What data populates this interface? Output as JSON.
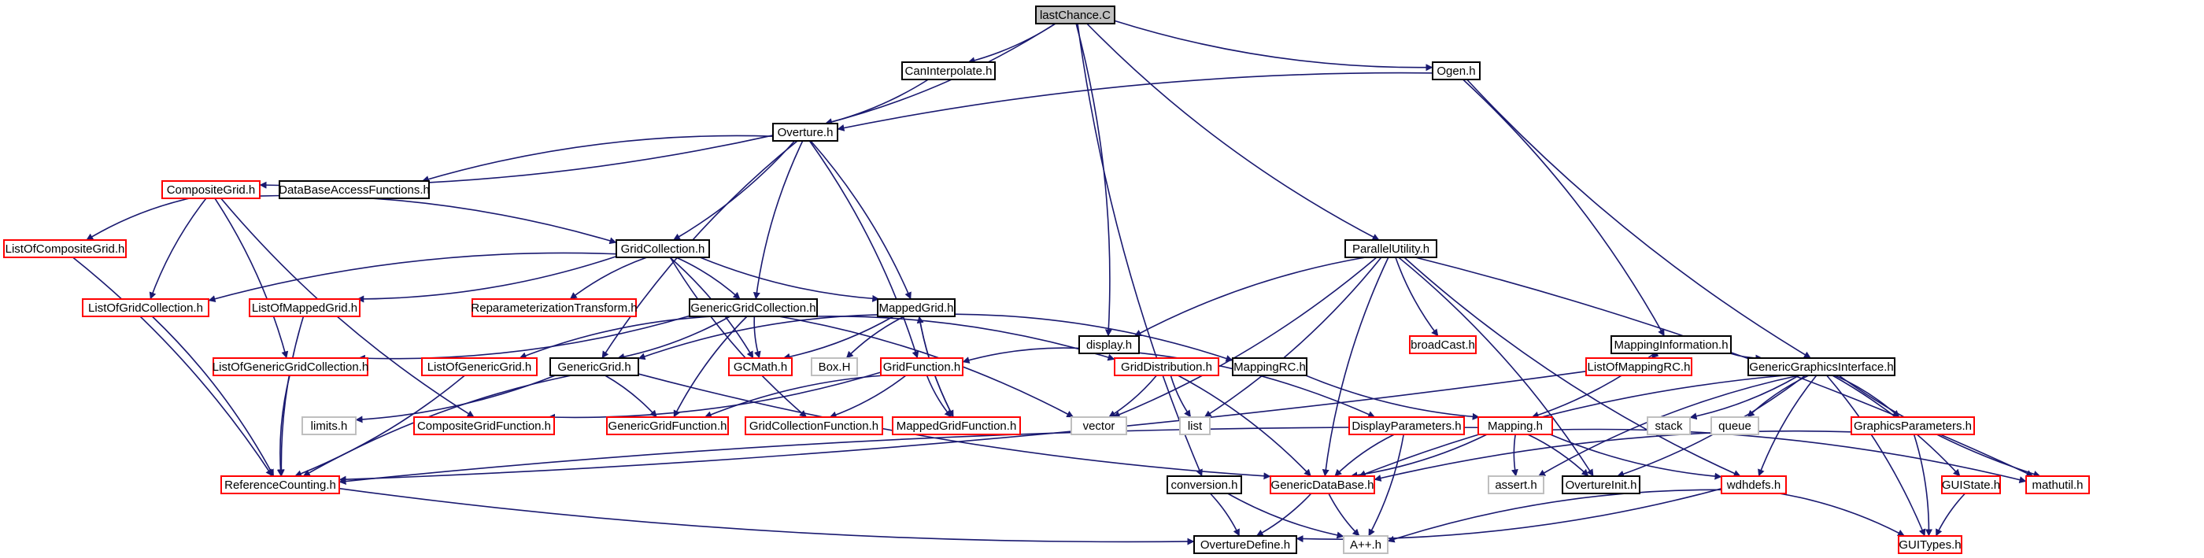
{
  "colors": {
    "edge": "#191970",
    "border_default": "#000000",
    "border_highlight": "#ff0000",
    "border_light": "#bfbfbf",
    "root_fill": "#bfbfbf",
    "node_fill": "#ffffff"
  },
  "nodes": [
    {
      "id": "lastChance",
      "label": "lastChance.C",
      "style": "root"
    },
    {
      "id": "CanInterpolate",
      "label": "CanInterpolate.h",
      "style": "default"
    },
    {
      "id": "Ogen",
      "label": "Ogen.h",
      "style": "default"
    },
    {
      "id": "Overture",
      "label": "Overture.h",
      "style": "default"
    },
    {
      "id": "CompositeGrid",
      "label": "CompositeGrid.h",
      "style": "highlight"
    },
    {
      "id": "DataBaseAccessFunctions",
      "label": "DataBaseAccessFunctions.h",
      "style": "default"
    },
    {
      "id": "ListOfCompositeGrid",
      "label": "ListOfCompositeGrid.h",
      "style": "highlight"
    },
    {
      "id": "GridCollection",
      "label": "GridCollection.h",
      "style": "default"
    },
    {
      "id": "ParallelUtility",
      "label": "ParallelUtility.h",
      "style": "default"
    },
    {
      "id": "ListOfGridCollection",
      "label": "ListOfGridCollection.h",
      "style": "highlight"
    },
    {
      "id": "ListOfMappedGrid",
      "label": "ListOfMappedGrid.h",
      "style": "highlight"
    },
    {
      "id": "ReparameterizationTransform",
      "label": "ReparameterizationTransform.h",
      "style": "highlight"
    },
    {
      "id": "GenericGridCollection",
      "label": "GenericGridCollection.h",
      "style": "default"
    },
    {
      "id": "MappedGrid",
      "label": "MappedGrid.h",
      "style": "default"
    },
    {
      "id": "display",
      "label": "display.h",
      "style": "default"
    },
    {
      "id": "broadCast",
      "label": "broadCast.h",
      "style": "highlight"
    },
    {
      "id": "MappingInformation",
      "label": "MappingInformation.h",
      "style": "default"
    },
    {
      "id": "ListOfGenericGridCollection",
      "label": "ListOfGenericGridCollection.h",
      "style": "highlight"
    },
    {
      "id": "ListOfGenericGrid",
      "label": "ListOfGenericGrid.h",
      "style": "highlight"
    },
    {
      "id": "GenericGrid",
      "label": "GenericGrid.h",
      "style": "default"
    },
    {
      "id": "GCMath",
      "label": "GCMath.h",
      "style": "highlight"
    },
    {
      "id": "BoxH",
      "label": "Box.H",
      "style": "light"
    },
    {
      "id": "GridFunction",
      "label": "GridFunction.h",
      "style": "highlight"
    },
    {
      "id": "GridDistribution",
      "label": "GridDistribution.h",
      "style": "highlight"
    },
    {
      "id": "MappingRC",
      "label": "MappingRC.h",
      "style": "default"
    },
    {
      "id": "ListOfMappingRC",
      "label": "ListOfMappingRC.h",
      "style": "highlight"
    },
    {
      "id": "GenericGraphicsInterface",
      "label": "GenericGraphicsInterface.h",
      "style": "default"
    },
    {
      "id": "limits",
      "label": "limits.h",
      "style": "light"
    },
    {
      "id": "CompositeGridFunction",
      "label": "CompositeGridFunction.h",
      "style": "highlight"
    },
    {
      "id": "GenericGridFunction",
      "label": "GenericGridFunction.h",
      "style": "highlight"
    },
    {
      "id": "GridCollectionFunction",
      "label": "GridCollectionFunction.h",
      "style": "highlight"
    },
    {
      "id": "MappedGridFunction",
      "label": "MappedGridFunction.h",
      "style": "highlight"
    },
    {
      "id": "vector",
      "label": "vector",
      "style": "light"
    },
    {
      "id": "list",
      "label": "list",
      "style": "light"
    },
    {
      "id": "DisplayParameters",
      "label": "DisplayParameters.h",
      "style": "highlight"
    },
    {
      "id": "Mapping",
      "label": "Mapping.h",
      "style": "highlight"
    },
    {
      "id": "stack",
      "label": "stack",
      "style": "light"
    },
    {
      "id": "queue",
      "label": "queue",
      "style": "light"
    },
    {
      "id": "GraphicsParameters",
      "label": "GraphicsParameters.h",
      "style": "highlight"
    },
    {
      "id": "ReferenceCounting",
      "label": "ReferenceCounting.h",
      "style": "highlight"
    },
    {
      "id": "conversion",
      "label": "conversion.h",
      "style": "default"
    },
    {
      "id": "GenericDataBase",
      "label": "GenericDataBase.h",
      "style": "highlight"
    },
    {
      "id": "assert",
      "label": "assert.h",
      "style": "light"
    },
    {
      "id": "OvertureInit",
      "label": "OvertureInit.h",
      "style": "default"
    },
    {
      "id": "wdhdefs",
      "label": "wdhdefs.h",
      "style": "highlight"
    },
    {
      "id": "GUIState",
      "label": "GUIState.h",
      "style": "highlight"
    },
    {
      "id": "mathutil",
      "label": "mathutil.h",
      "style": "highlight"
    },
    {
      "id": "OvertureDefine",
      "label": "OvertureDefine.h",
      "style": "default"
    },
    {
      "id": "App",
      "label": "A++.h",
      "style": "light"
    },
    {
      "id": "GUITypes",
      "label": "GUITypes.h",
      "style": "highlight"
    }
  ],
  "edges": [
    [
      "lastChance",
      "CanInterpolate"
    ],
    [
      "lastChance",
      "Ogen"
    ],
    [
      "lastChance",
      "Overture"
    ],
    [
      "lastChance",
      "ParallelUtility"
    ],
    [
      "lastChance",
      "display"
    ],
    [
      "lastChance",
      "conversion"
    ],
    [
      "CanInterpolate",
      "Overture"
    ],
    [
      "Ogen",
      "Overture"
    ],
    [
      "Ogen",
      "MappingInformation"
    ],
    [
      "Ogen",
      "GenericGraphicsInterface"
    ],
    [
      "Overture",
      "CompositeGrid"
    ],
    [
      "Overture",
      "DataBaseAccessFunctions"
    ],
    [
      "Overture",
      "GridCollection"
    ],
    [
      "Overture",
      "GenericGridCollection"
    ],
    [
      "Overture",
      "MappedGrid"
    ],
    [
      "Overture",
      "GenericGrid"
    ],
    [
      "Overture",
      "GridFunction"
    ],
    [
      "CompositeGrid",
      "ListOfCompositeGrid"
    ],
    [
      "CompositeGrid",
      "GridCollection"
    ],
    [
      "CompositeGrid",
      "ListOfGridCollection"
    ],
    [
      "CompositeGrid",
      "ListOfGenericGridCollection"
    ],
    [
      "CompositeGrid",
      "CompositeGridFunction"
    ],
    [
      "ListOfCompositeGrid",
      "ReferenceCounting"
    ],
    [
      "GridCollection",
      "ListOfGridCollection"
    ],
    [
      "GridCollection",
      "ListOfMappedGrid"
    ],
    [
      "GridCollection",
      "ReparameterizationTransform"
    ],
    [
      "GridCollection",
      "GenericGridCollection"
    ],
    [
      "GridCollection",
      "MappedGrid"
    ],
    [
      "GridCollection",
      "GCMath"
    ],
    [
      "GridCollection",
      "GridCollectionFunction"
    ],
    [
      "ListOfGridCollection",
      "ReferenceCounting"
    ],
    [
      "ListOfMappedGrid",
      "ReferenceCounting"
    ],
    [
      "GenericGridCollection",
      "ListOfGenericGridCollection"
    ],
    [
      "GenericGridCollection",
      "ListOfGenericGrid"
    ],
    [
      "GenericGridCollection",
      "GenericGrid"
    ],
    [
      "GenericGridCollection",
      "GCMath"
    ],
    [
      "GenericGridCollection",
      "GridDistribution"
    ],
    [
      "GenericGridCollection",
      "GenericGridFunction"
    ],
    [
      "GenericGridCollection",
      "vector"
    ],
    [
      "ListOfGenericGridCollection",
      "ReferenceCounting"
    ],
    [
      "ListOfGenericGrid",
      "ReferenceCounting"
    ],
    [
      "MappedGrid",
      "GenericGrid"
    ],
    [
      "MappedGrid",
      "GCMath"
    ],
    [
      "MappedGrid",
      "BoxH"
    ],
    [
      "MappedGrid",
      "MappingRC"
    ],
    [
      "MappedGrid",
      "MappedGridFunction"
    ],
    [
      "GenericGrid",
      "limits"
    ],
    [
      "GenericGrid",
      "ReferenceCounting"
    ],
    [
      "GenericGrid",
      "GenericGridFunction"
    ],
    [
      "GenericGrid",
      "GenericDataBase"
    ],
    [
      "GridFunction",
      "CompositeGridFunction"
    ],
    [
      "GridFunction",
      "GenericGridFunction"
    ],
    [
      "GridFunction",
      "GridCollectionFunction"
    ],
    [
      "GridFunction",
      "MappedGridFunction"
    ],
    [
      "MappedGridFunction",
      "MappedGrid"
    ],
    [
      "ParallelUtility",
      "display"
    ],
    [
      "ParallelUtility",
      "vector"
    ],
    [
      "ParallelUtility",
      "broadCast"
    ],
    [
      "ParallelUtility",
      "list"
    ],
    [
      "ParallelUtility",
      "GenericDataBase"
    ],
    [
      "ParallelUtility",
      "OvertureInit"
    ],
    [
      "ParallelUtility",
      "wdhdefs"
    ],
    [
      "ParallelUtility",
      "mathutil"
    ],
    [
      "display",
      "GridFunction"
    ],
    [
      "display",
      "DisplayParameters"
    ],
    [
      "MappingInformation",
      "ListOfMappingRC"
    ],
    [
      "MappingInformation",
      "Mapping"
    ],
    [
      "MappingInformation",
      "GenericGraphicsInterface"
    ],
    [
      "ListOfMappingRC",
      "ReferenceCounting"
    ],
    [
      "MappingRC",
      "Mapping"
    ],
    [
      "GridDistribution",
      "vector"
    ],
    [
      "GridDistribution",
      "list"
    ],
    [
      "GridDistribution",
      "GenericDataBase"
    ],
    [
      "GenericGraphicsInterface",
      "GenericDataBase"
    ],
    [
      "GenericGraphicsInterface",
      "stack"
    ],
    [
      "GenericGraphicsInterface",
      "queue"
    ],
    [
      "GenericGraphicsInterface",
      "GraphicsParameters"
    ],
    [
      "GenericGraphicsInterface",
      "assert"
    ],
    [
      "GenericGraphicsInterface",
      "OvertureInit"
    ],
    [
      "GenericGraphicsInterface",
      "wdhdefs"
    ],
    [
      "GenericGraphicsInterface",
      "GUIState"
    ],
    [
      "GenericGraphicsInterface",
      "mathutil"
    ],
    [
      "GenericGraphicsInterface",
      "GUITypes"
    ],
    [
      "DisplayParameters",
      "GenericDataBase"
    ],
    [
      "DisplayParameters",
      "App"
    ],
    [
      "Mapping",
      "ReferenceCounting"
    ],
    [
      "Mapping",
      "GenericDataBase"
    ],
    [
      "Mapping",
      "assert"
    ],
    [
      "Mapping",
      "OvertureInit"
    ],
    [
      "Mapping",
      "wdhdefs"
    ],
    [
      "Mapping",
      "mathutil"
    ],
    [
      "GraphicsParameters",
      "GenericDataBase"
    ],
    [
      "GraphicsParameters",
      "GUITypes"
    ],
    [
      "ReferenceCounting",
      "OvertureDefine"
    ],
    [
      "conversion",
      "OvertureDefine"
    ],
    [
      "conversion",
      "App"
    ],
    [
      "GenericDataBase",
      "OvertureDefine"
    ],
    [
      "GenericDataBase",
      "App"
    ],
    [
      "wdhdefs",
      "OvertureDefine"
    ],
    [
      "wdhdefs",
      "App"
    ],
    [
      "wdhdefs",
      "GUITypes"
    ],
    [
      "GUIState",
      "GUITypes"
    ]
  ]
}
